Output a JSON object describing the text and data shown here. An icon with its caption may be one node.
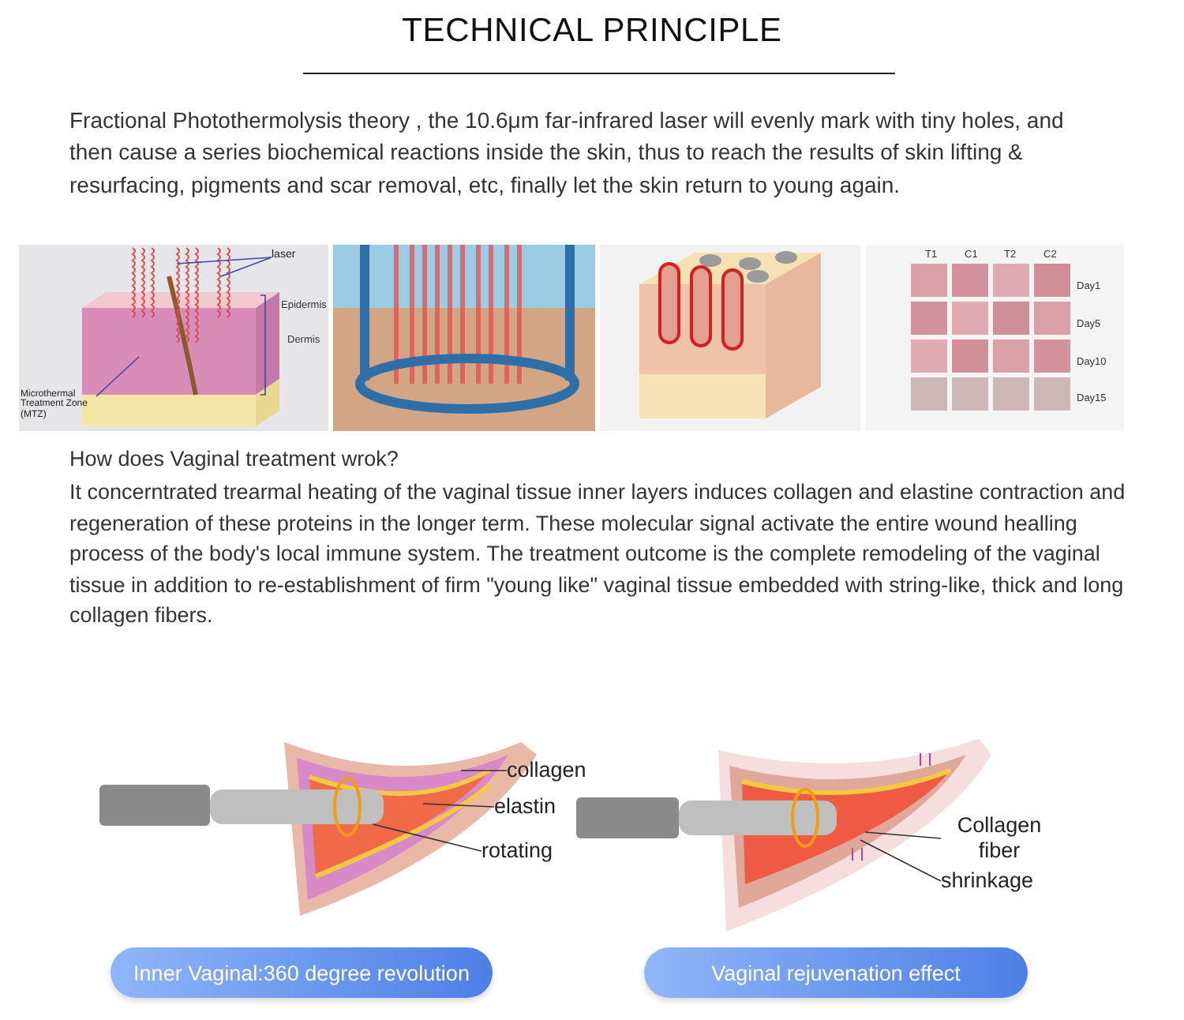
{
  "diagram": {
    "title": "TECHNICAL PRINCIPLE",
    "nodes": [
      {
        "text": [
          "laser"
        ]
      },
      {
        "text": [
          "Microthermal Treatment Zone (MTZ)"
        ]
      },
      {
        "text": [
          "collagen"
        ]
      },
      {
        "text": [
          "elastin"
        ]
      },
      {
        "text": [
          "rotating"
        ]
      },
      {
        "text": [
          "Collagen fiber"
        ]
      },
      {
        "text": [
          "shrinkage"
        ]
      },
      {
        "text": [
          "Inner Vaginal:360 degree revolution"
        ]
      },
      {
        "text": [
          "Vaginal rejuvenation effect"
        ]
      }
    ],
    "edges": [
      {
        "from": 0,
        "to": null,
        "arrow": "none",
        "color": "#3b4aa0"
      },
      {
        "from": 0,
        "to": null,
        "arrow": "none",
        "color": "#3b4aa0"
      },
      {
        "from": 1,
        "to": null,
        "arrow": "none",
        "color": "#3b4aa0"
      },
      {
        "from": 2,
        "to": null,
        "arrow": "none"
      },
      {
        "from": 3,
        "to": null,
        "arrow": "none"
      },
      {
        "from": 4,
        "to": null,
        "arrow": "none"
      },
      {
        "from": 5,
        "to": null,
        "arrow": "none"
      },
      {
        "from": 6,
        "to": null,
        "arrow": "none"
      }
    ],
    "labels": [
      "Fractional Photothermolysis theory , the 10.6μm far-infrared laser will evenly mark with tiny holes, and then cause a series biochemical reactions inside the skin, thus to reach the results of skin lifting & resurfacing, pigments and scar removal, etc, finally let the skin return to young again.",
      "Epidermis",
      "Dermis",
      "T1",
      "C1",
      "T2",
      "C2",
      "Day1",
      "Day5",
      "Day10",
      "Day15",
      "How does Vaginal treatment wrok?",
      "It concerntrated trearmal heating of the vaginal tissue inner layers induces collagen and elastine contraction and regeneration of these proteins in the longer term. These molecular signal activate the entire wound healling process of the body's local immune system.  The treatment outcome is the complete remodeling of the vaginal tissue in addition to  re-establishment of firm \"young like\" vaginal tissue embedded with string-like, thick and long collagen fibers."
    ]
  }
}
